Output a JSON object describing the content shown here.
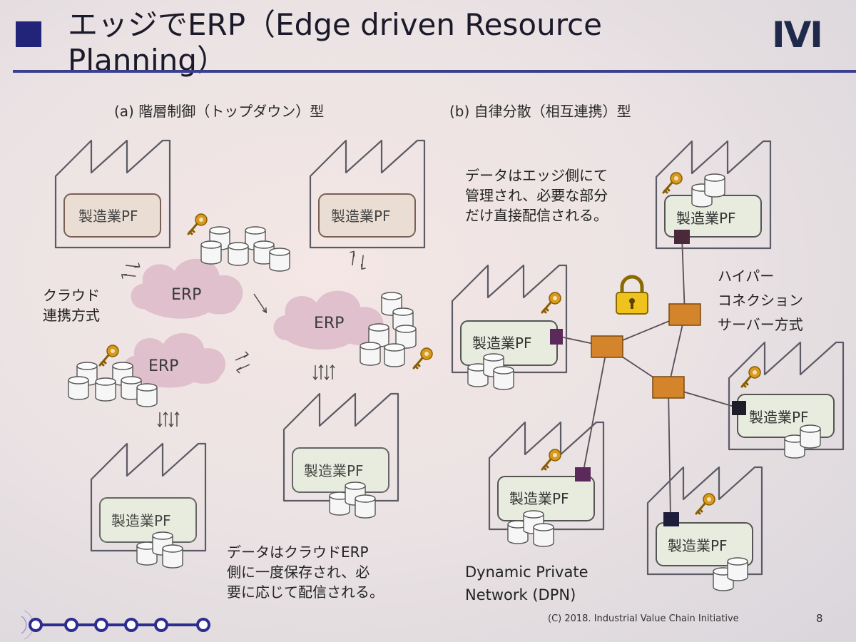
{
  "title": {
    "line1": "エッジでERP（Edge driven Resource",
    "line2": "Planning）"
  },
  "logo": {
    "text": "IVI"
  },
  "heading_a": "(a) 階層制御（トップダウン）型",
  "heading_b": "(b) 自律分散（相互連携）型",
  "factory_label": "製造業PF",
  "erp_label": "ERP",
  "cloud_method": [
    "クラウド",
    "連携方式"
  ],
  "note_a": [
    "データはクラウドERP",
    "側に一度保存され、必",
    "要に応じて配信される。"
  ],
  "note_b": [
    "データはエッジ側にて",
    "管理され、必要な部分",
    "だけ直接配信される。"
  ],
  "hyper_method": [
    "ハイパー",
    "コネクション",
    "サーバー方式"
  ],
  "dpn": [
    "Dynamic Private",
    "Network (DPN)"
  ],
  "copyright": "(C) 2018. Industrial  Value Chain Initiative",
  "page_number": "8",
  "colors": {
    "accent": "#22247a",
    "cloud": "#d9b3c2",
    "hub": "#d4842a",
    "port_purple": "#5a2a5a",
    "port_navy": "#1e1e3c",
    "key": "#d89a1e"
  }
}
